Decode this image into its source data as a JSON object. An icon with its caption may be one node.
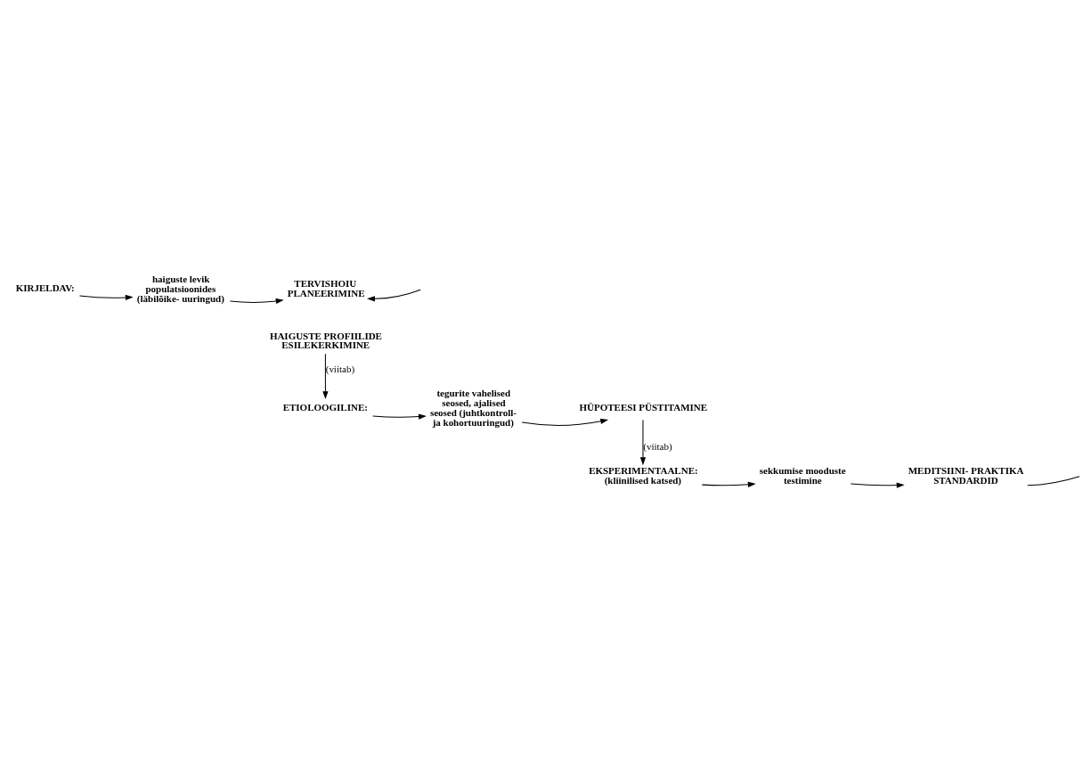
{
  "diagram": {
    "nodes": [
      {
        "text": [
          "KIRJELDAV:"
        ]
      },
      {
        "text": [
          "haiguste levik populatsioonides (läbilõike- uuringud)"
        ]
      },
      {
        "text": [
          "TERVISHOIU PLANEERIMINE"
        ]
      },
      {
        "text": [
          "HAIGUSTE PROFIILIDE ESILEKERKIMINE"
        ]
      },
      {
        "text": [
          "ETIOLOOGILINE:"
        ]
      },
      {
        "text": [
          "tegurite vahelised seosed, ajalised seosed (juhtkontroll- ja kohortuuringud)"
        ]
      },
      {
        "text": [
          "HÜPOTEESI PÜSTITAMINE"
        ]
      },
      {
        "text": [
          "EKSPERIMENTAALNE:",
          "(kliinilised katsed)"
        ]
      },
      {
        "text": [
          "sekkumise mooduste testimine"
        ]
      },
      {
        "text": [
          "MEDITSIINI- PRAKTIKA STANDARDID"
        ]
      }
    ],
    "edges": [
      {
        "from": 0,
        "to": 1,
        "arrow": "to"
      },
      {
        "from": 1,
        "to": 2,
        "arrow": "to"
      },
      {
        "from": null,
        "to": 2,
        "arrow": "to"
      },
      {
        "from": 3,
        "to": 4,
        "arrow": "to",
        "label": "(viitab)"
      },
      {
        "from": 4,
        "to": 5,
        "arrow": "to"
      },
      {
        "from": 5,
        "to": 6,
        "arrow": "to"
      },
      {
        "from": 6,
        "to": 7,
        "arrow": "to",
        "label": "(viitab)"
      },
      {
        "from": 7,
        "to": 8,
        "arrow": "to"
      },
      {
        "from": 8,
        "to": 9,
        "arrow": "to"
      },
      {
        "from": 9,
        "to": null,
        "arrow": "none"
      }
    ]
  }
}
